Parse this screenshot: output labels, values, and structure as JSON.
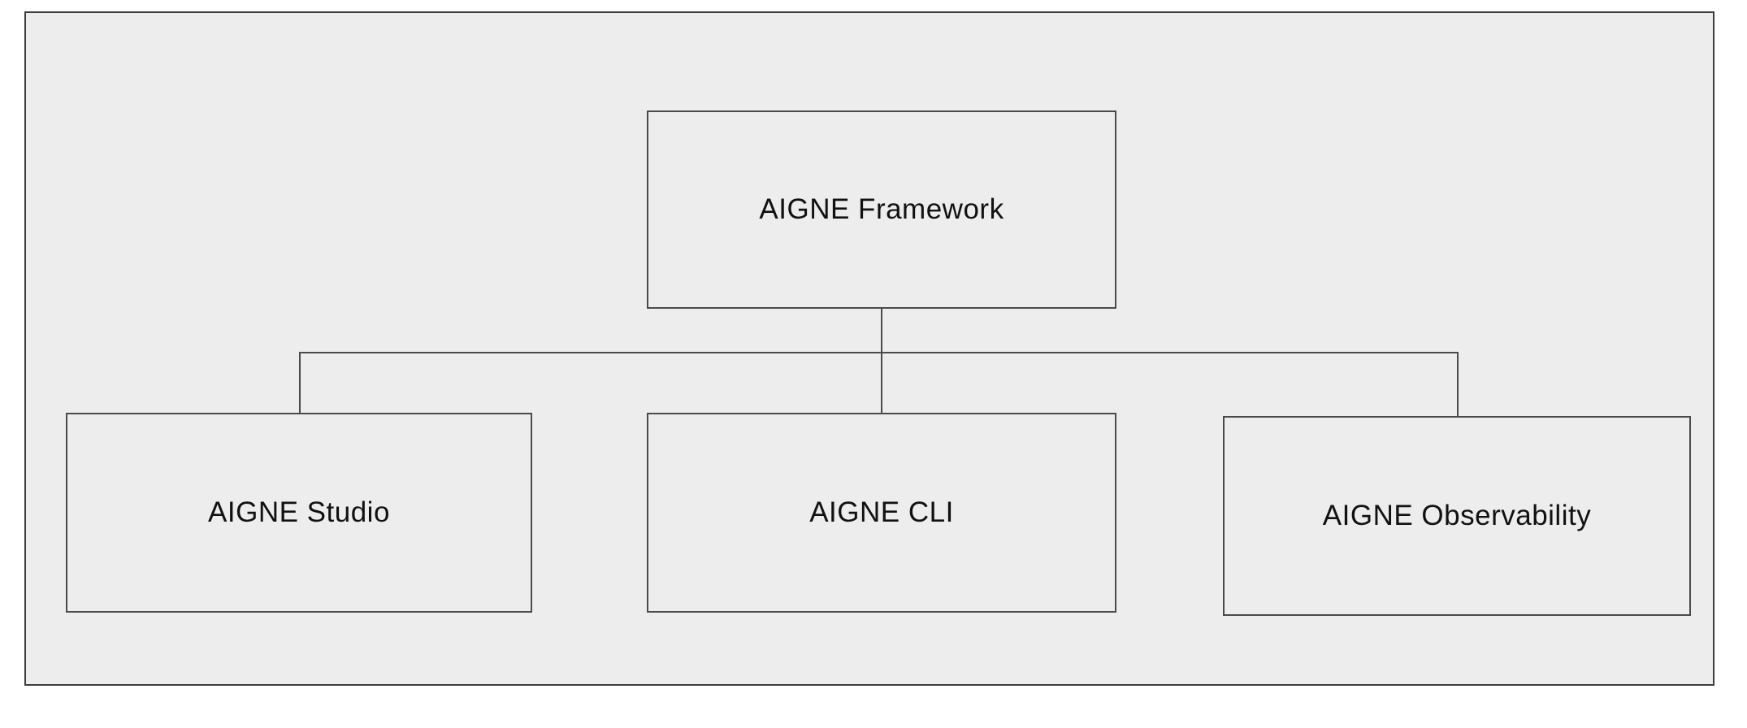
{
  "diagram": {
    "root": {
      "label": "AIGNE Framework"
    },
    "children": [
      {
        "label": "AIGNE Studio"
      },
      {
        "label": "AIGNE CLI"
      },
      {
        "label": "AIGNE Observability"
      }
    ]
  },
  "colors": {
    "canvas_background": "#ededed",
    "node_background": "#ededed",
    "border": "#4a4a4a",
    "text": "#111111",
    "page_background": "#ffffff"
  }
}
